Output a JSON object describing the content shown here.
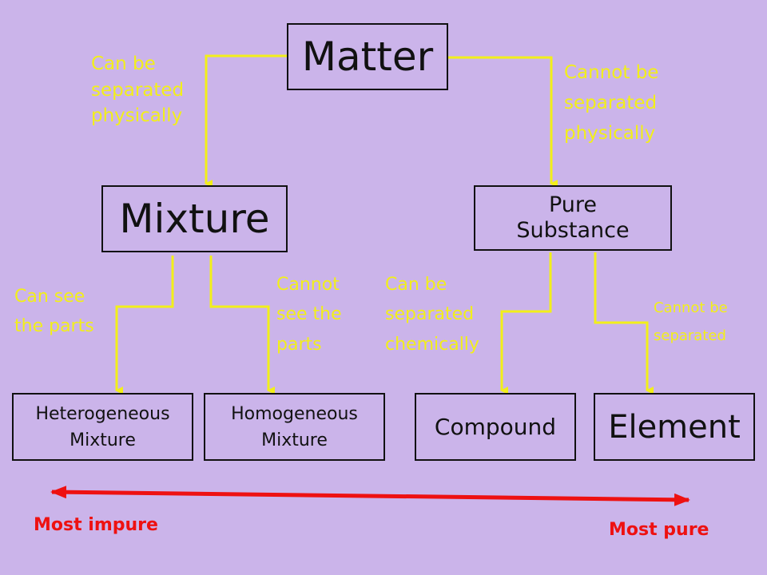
{
  "colors": {
    "background": "#cbb4ea",
    "connector": "#f2ef1a",
    "annotation_text": "#f2ef1a",
    "box_border": "#111111",
    "range_arrow": "#ee1111"
  },
  "nodes": {
    "matter": {
      "lines": [
        "Matter"
      ]
    },
    "mixture": {
      "lines": [
        "Mixture"
      ]
    },
    "pure_substance": {
      "lines": [
        "Pure",
        "Substance"
      ]
    },
    "heterogeneous": {
      "lines": [
        "Heterogeneous",
        "Mixture"
      ]
    },
    "homogeneous": {
      "lines": [
        "Homogeneous",
        "Mixture"
      ]
    },
    "compound": {
      "lines": [
        "Compound"
      ]
    },
    "element": {
      "lines": [
        "Element"
      ]
    }
  },
  "edge_labels": {
    "can_separate_physically": [
      "Can be",
      "separated",
      "physically"
    ],
    "cannot_separate_physically": [
      "Cannot be",
      "separated",
      "physically"
    ],
    "can_see_parts": [
      "Can see",
      "the parts"
    ],
    "cannot_see_parts": [
      "Cannot",
      "see the",
      "parts"
    ],
    "can_separate_chemically": [
      "Can be",
      "separated",
      "chemically"
    ],
    "cannot_separate": [
      "Cannot be",
      "separated"
    ]
  },
  "purity_scale": {
    "left_label": "Most impure",
    "right_label": "Most pure"
  }
}
